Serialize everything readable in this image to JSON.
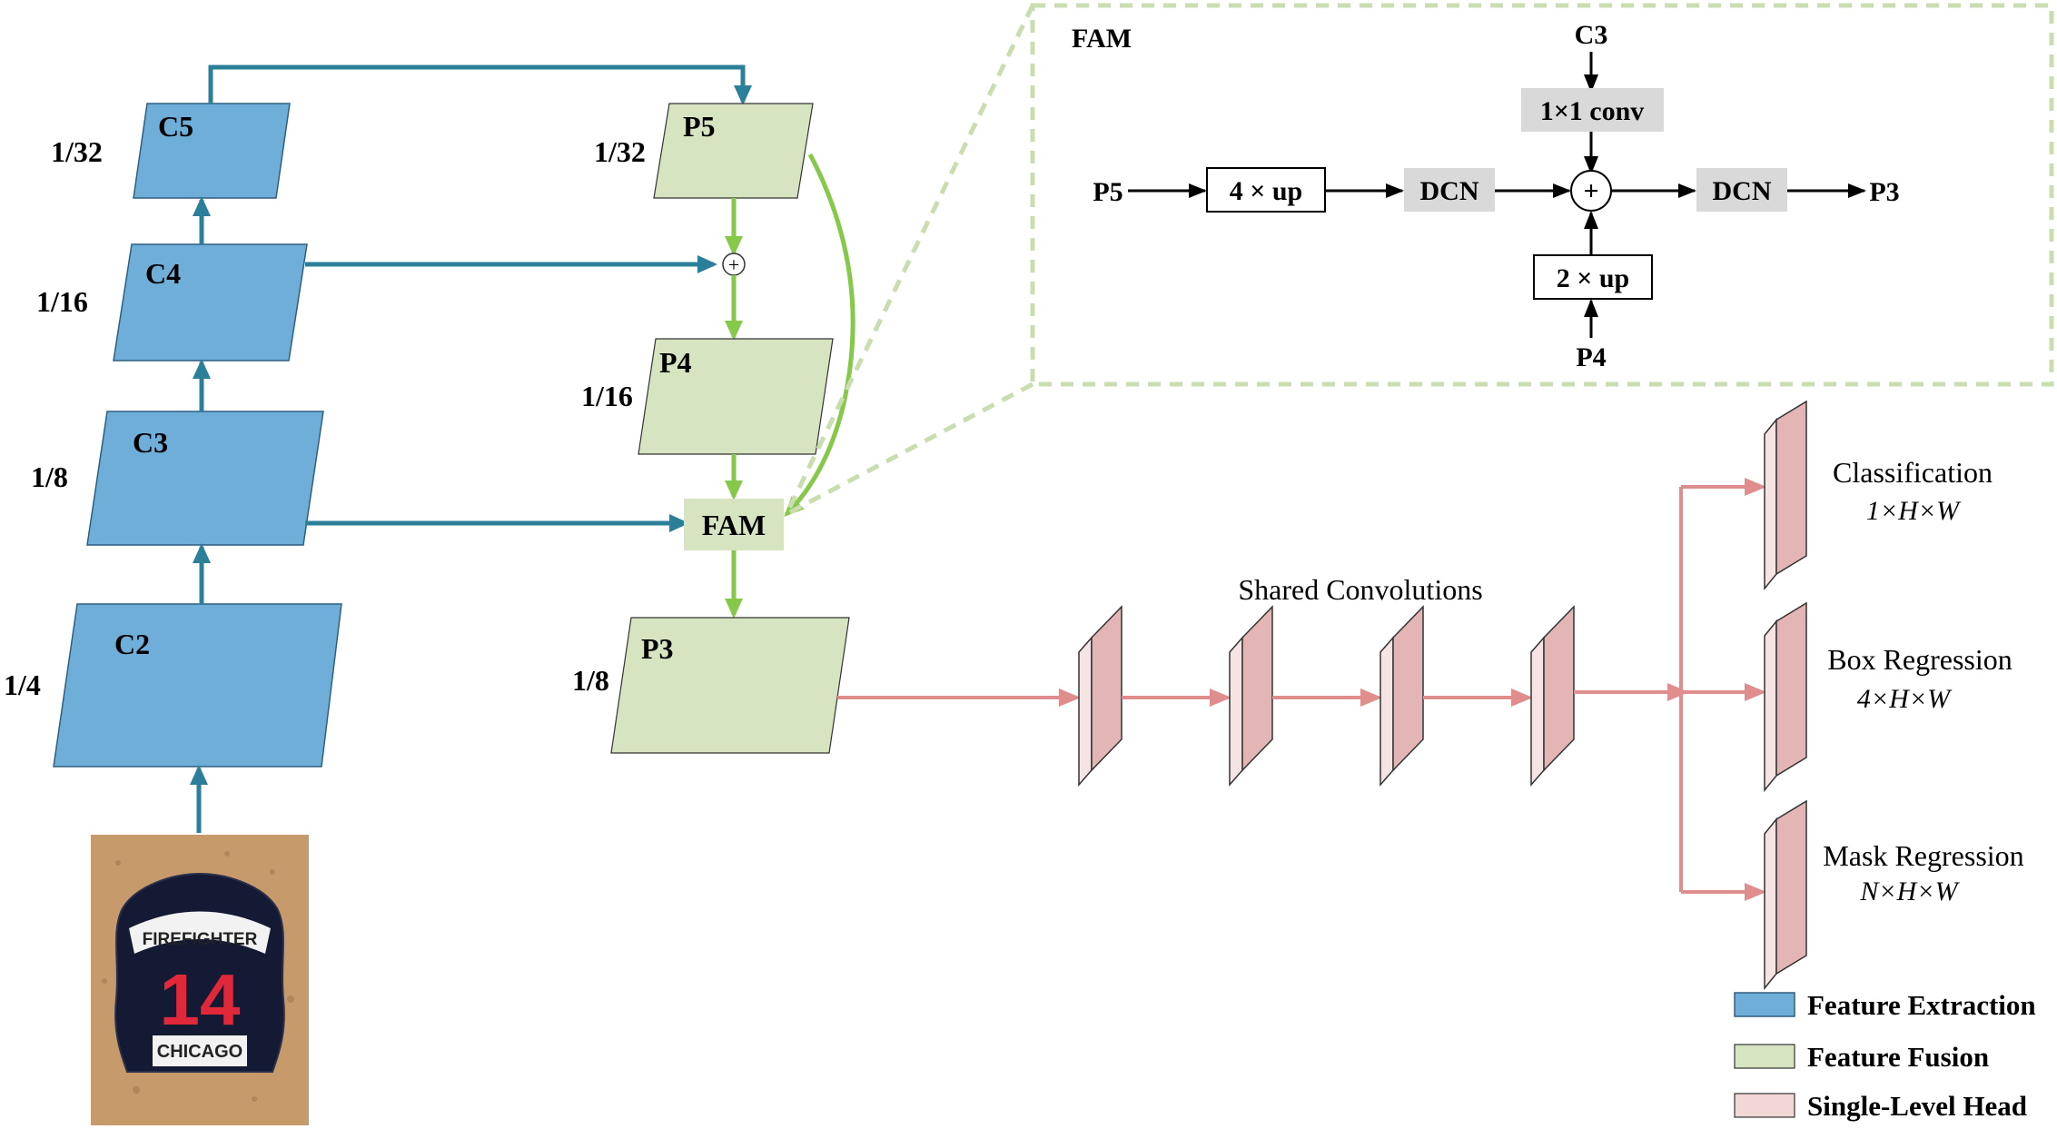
{
  "colors": {
    "extraction_fill": "#6faed9",
    "extraction_stroke": "#2f5f80",
    "extraction_arrow": "#2b7f99",
    "fusion_fill": "#d6e4c2",
    "fusion_arrow": "#86c84a",
    "head_fill": "#e4b5b5",
    "head_arrow": "#e08d8d",
    "dcn_fill": "#d9d9d9",
    "fam_border": "#c9ddb0"
  },
  "backbone": {
    "c5": {
      "label": "C5",
      "scale": "1/32"
    },
    "c4": {
      "label": "C4",
      "scale": "1/16"
    },
    "c3": {
      "label": "C3",
      "scale": "1/8"
    },
    "c2": {
      "label": "C2",
      "scale": "1/4"
    }
  },
  "fusion": {
    "p5": {
      "label": "P5",
      "scale": "1/32"
    },
    "p4": {
      "label": "P4",
      "scale": "1/16"
    },
    "fam": {
      "label": "FAM"
    },
    "p3": {
      "label": "P3",
      "scale": "1/8"
    },
    "plus_symbol": "+"
  },
  "input_image": {
    "icon": "firefighter-helmet-shield-photo",
    "banner_top": "FIREFIGHTER",
    "number": "14",
    "banner_bottom": "CHICAGO"
  },
  "fam_detail": {
    "title": "FAM",
    "in_c3": "C3",
    "conv": "1×1 conv",
    "in_p5": "P5",
    "up4": "4 × up",
    "dcn_left": "DCN",
    "plus": "+",
    "dcn_right": "DCN",
    "out_p3": "P3",
    "up2": "2 × up",
    "in_p4": "P4"
  },
  "head": {
    "shared_label": "Shared Convolutions",
    "outputs": [
      {
        "name": "Classification",
        "shape": "1×H×W"
      },
      {
        "name": "Box Regression",
        "shape": "4×H×W"
      },
      {
        "name": "Mask Regression",
        "shape": "N×H×W"
      }
    ]
  },
  "legend": [
    {
      "label": "Feature Extraction",
      "color": "#6faed9"
    },
    {
      "label": "Feature Fusion",
      "color": "#d6e4c2"
    },
    {
      "label": "Single-Level Head",
      "color": "#f2d7d7"
    }
  ]
}
